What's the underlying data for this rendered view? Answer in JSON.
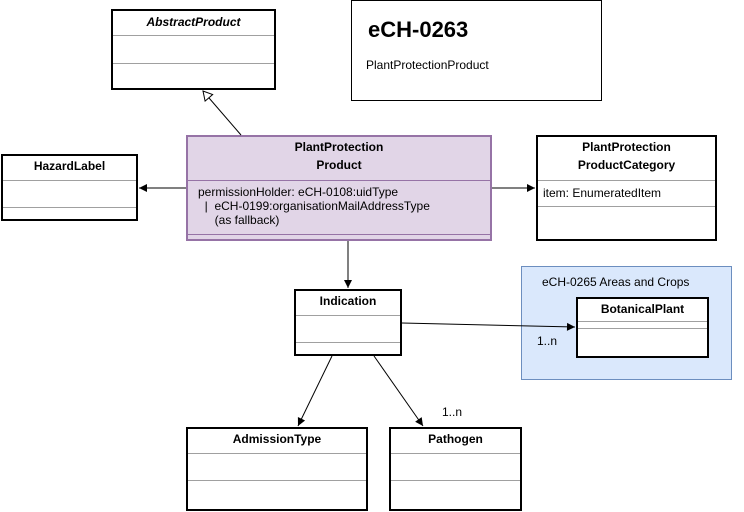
{
  "title_box": {
    "title": "eCH-0263",
    "subtitle": "PlantProtectionProduct"
  },
  "classes": {
    "abstract_product": {
      "name": "AbstractProduct"
    },
    "hazard_label": {
      "name": "HazardLabel"
    },
    "plant_protection_product": {
      "name_line1": "PlantProtection",
      "name_line2": "Product",
      "attr_line1": "permissionHolder: eCH-0108:uidType",
      "attr_line2": "  |  eCH-0199:organisationMailAddressType",
      "attr_line3": "     (as fallback)"
    },
    "product_category": {
      "name_line1": "PlantProtection",
      "name_line2": "ProductCategory",
      "attr_line1": "item: EnumeratedItem"
    },
    "indication": {
      "name": "Indication"
    },
    "botanical_plant": {
      "name": "BotanicalPlant"
    },
    "admission_type": {
      "name": "AdmissionType"
    },
    "pathogen": {
      "name": "Pathogen"
    }
  },
  "package": {
    "label": "eCH-0265 Areas and Crops",
    "fill_color": "#dae8fc",
    "border_color": "#6c8ebf"
  },
  "multiplicities": {
    "indication_to_botanical": "1..n",
    "indication_to_pathogen": "1..n"
  },
  "colors": {
    "highlight_fill": "#e1d5e7",
    "highlight_border": "#9673a6"
  }
}
